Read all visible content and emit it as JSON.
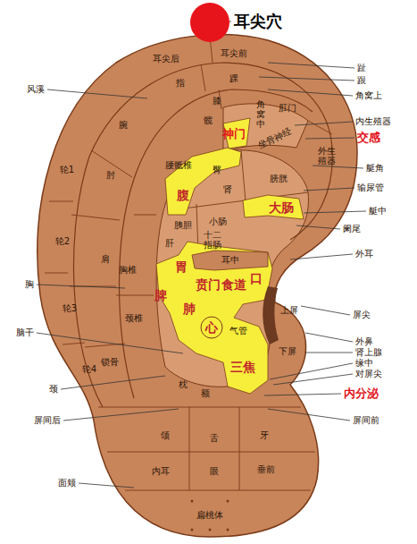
{
  "diagram": {
    "labels": [
      "耳尖穴",
      "耳尖后",
      "耳尖前",
      "趾",
      "跟",
      "风溪",
      "指",
      "踝",
      "角窝上",
      "膝",
      "肛门",
      "腕",
      "内生殖器",
      "髋",
      "角窝中",
      "神门",
      "交感",
      "坐骨神经",
      "外生殖器",
      "艇角",
      "腰骶椎",
      "臀",
      "肘",
      "轮1",
      "膀胱",
      "输尿管",
      "腹",
      "肾",
      "大肠",
      "艇中",
      "小肠",
      "胰胆",
      "阑尾",
      "轮2",
      "十二指肠",
      "肝",
      "外耳",
      "肩",
      "胃",
      "耳中",
      "胸椎",
      "口",
      "胸",
      "贲门",
      "食道",
      "脾",
      "肺",
      "上屏",
      "轮3",
      "屏尖",
      "颈椎",
      "心",
      "气管",
      "脑干",
      "外鼻",
      "下屏",
      "肾上腺",
      "缘中",
      "锁骨",
      "轮4",
      "三焦",
      "对屏尖",
      "颈",
      "枕",
      "额",
      "内分泌",
      "屏间前",
      "屏间后",
      "颌",
      "舌",
      "牙",
      "内耳",
      "眼",
      "垂前",
      "面颊",
      "扁桃体"
    ]
  }
}
